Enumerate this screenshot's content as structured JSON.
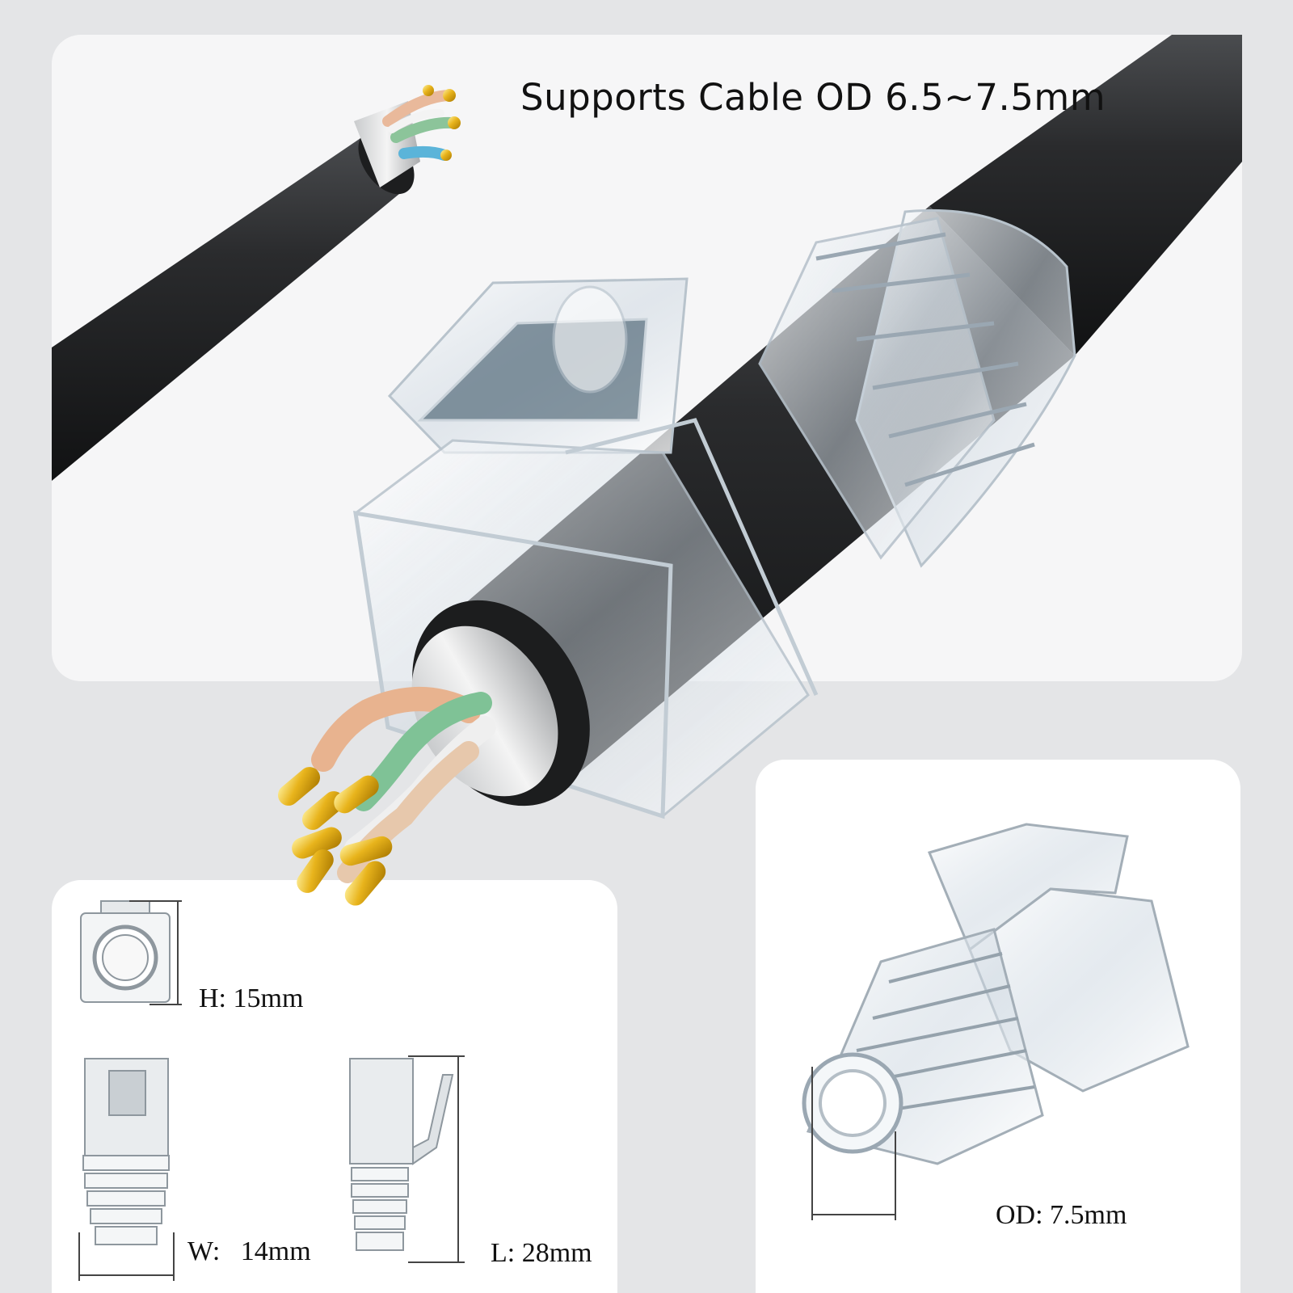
{
  "headline": "Supports Cable OD 6.5~7.5mm",
  "dimensions": {
    "height_label": "H: 15mm",
    "width_label": "W:   14mm",
    "length_label": "L: 28mm",
    "outer_diameter_label": "OD: 7.5mm"
  },
  "colors": {
    "background": "#e4e5e7",
    "panel": "#ffffff",
    "cable_jacket": "#2b2d2f",
    "gold_pin": "#e6b520",
    "boot_clear": "#dfe7ee"
  }
}
